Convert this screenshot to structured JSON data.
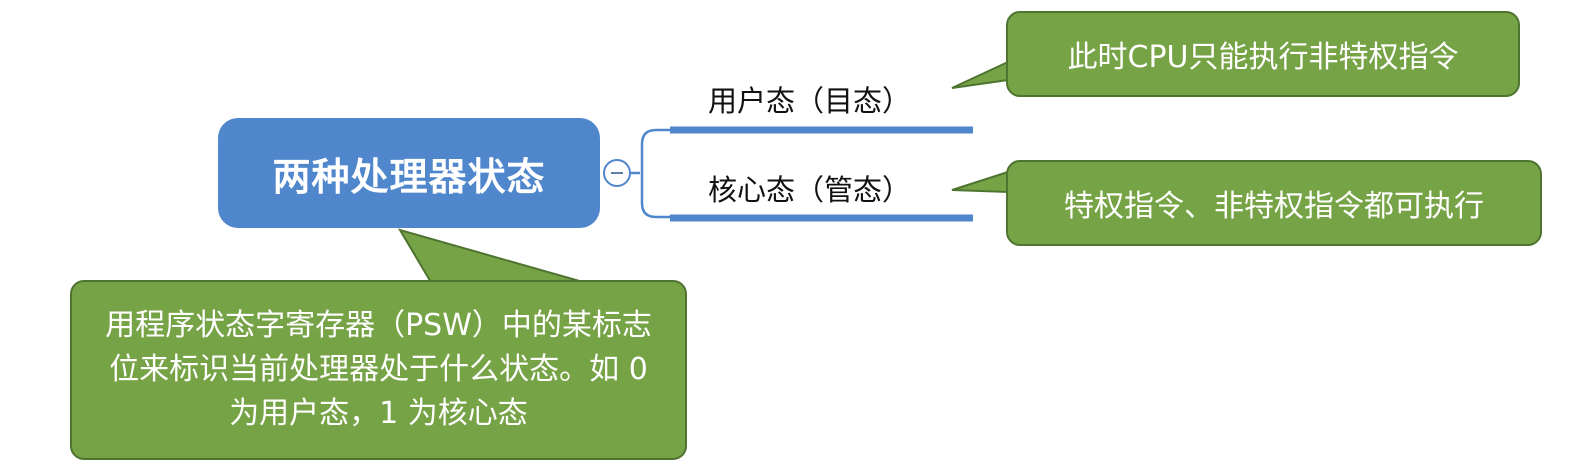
{
  "root": {
    "title": "两种处理器状态"
  },
  "branches": [
    {
      "label": "用户态（目态）",
      "note": "此时CPU只能执行非特权指令"
    },
    {
      "label": "核心态（管态）",
      "note": "特权指令、非特权指令都可执行"
    }
  ],
  "root_note": "用程序状态字寄存器（PSW）中的某标志位来标识当前处理器处于什么状态。如 0 为用户态，1 为核心态",
  "colors": {
    "root_fill": "#4f86cc",
    "callout_fill": "#77a347",
    "callout_border": "#4e7430",
    "branch_line": "#4f86cc"
  }
}
